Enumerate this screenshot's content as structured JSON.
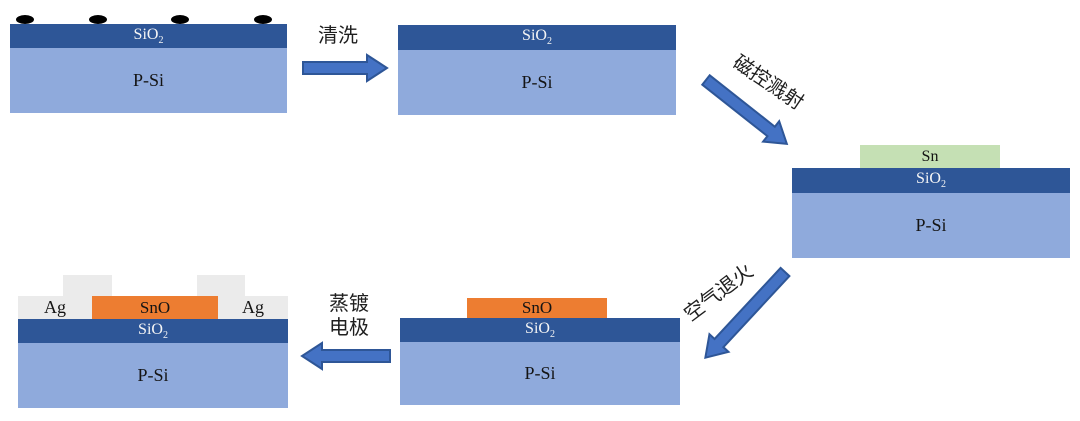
{
  "palette": {
    "sio2_layer": "#2E5697",
    "psi_layer": "#8FAADC",
    "sn_layer": "#C5E0B4",
    "sno_layer": "#ED7D31",
    "ag_layer": "#EBEBEB",
    "particle": "#000000",
    "arrow_fill": "#4472C4",
    "arrow_stroke": "#2E5697"
  },
  "steps": {
    "substrate_dirty": {
      "particle_count": 4,
      "sio2_base": "SiO",
      "sio2_sub": "2",
      "psi": "P-Si"
    },
    "substrate_clean": {
      "sio2_base": "SiO",
      "sio2_sub": "2",
      "psi": "P-Si"
    },
    "sn_deposited": {
      "sn": "Sn",
      "sio2_base": "SiO",
      "sio2_sub": "2",
      "psi": "P-Si"
    },
    "sno_annealed": {
      "sno": "SnO",
      "sio2_base": "SiO",
      "sio2_sub": "2",
      "psi": "P-Si"
    },
    "electrodes": {
      "ag_left": "Ag",
      "sno": "SnO",
      "ag_right": "Ag",
      "sio2_base": "SiO",
      "sio2_sub": "2",
      "psi": "P-Si"
    }
  },
  "arrows": {
    "clean": {
      "label": "清洗",
      "direction": "right"
    },
    "sputter": {
      "label": "磁控溅射",
      "direction": "down-right"
    },
    "anneal": {
      "label": "空气退火",
      "direction": "down-left"
    },
    "evaporate": {
      "label_line1": "蒸镀",
      "label_line2": "电极",
      "direction": "left"
    }
  }
}
